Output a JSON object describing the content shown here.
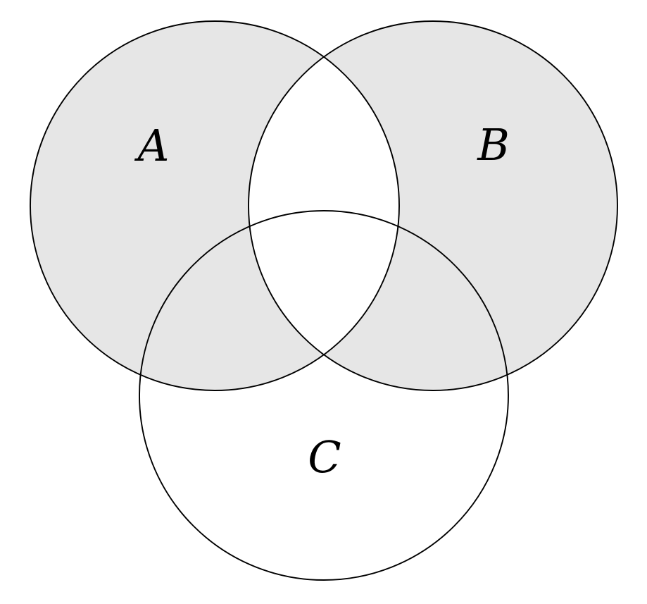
{
  "diagram": {
    "type": "venn",
    "set_count": 3,
    "labels": {
      "a": "A",
      "b": "B",
      "c": "C"
    },
    "shading": {
      "shaded_regions": [
        "A only",
        "B only",
        "A and C only",
        "B and C only"
      ],
      "unshaded_regions": [
        "A and B only",
        "A and B and C",
        "C only"
      ],
      "represents": "symmetric difference of A and B"
    },
    "colors": {
      "shaded_fill": "#e6e6e6",
      "circle_outline": "#000000",
      "background": "#ffffff",
      "label_color": "#000000"
    }
  }
}
